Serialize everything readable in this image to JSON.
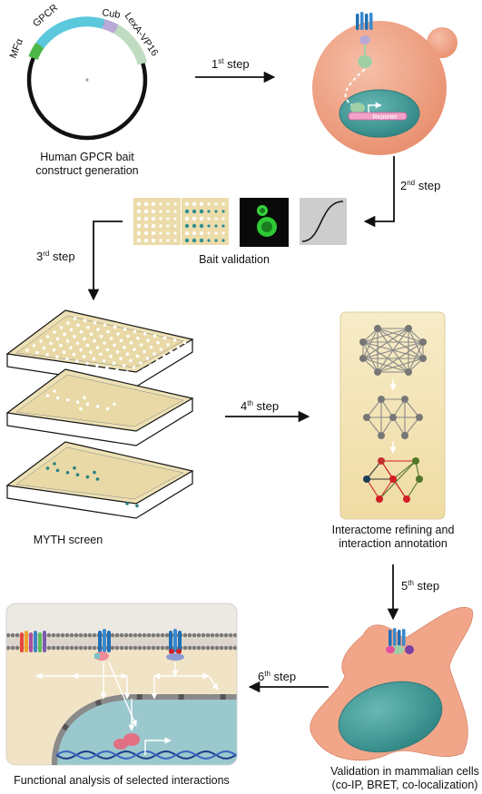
{
  "plasmid": {
    "segments": [
      {
        "label": "MFα",
        "color": "#4db848"
      },
      {
        "label": "GPCR",
        "color": "#5bc8dc"
      },
      {
        "label": "Cub",
        "color": "#b9a9d9"
      },
      {
        "label": "LexA-VP16",
        "color": "#bfdcc1"
      }
    ],
    "caption_line1": "Human GPCR bait",
    "caption_line2": "construct generation"
  },
  "yeast": {
    "reporter_label": "Reporter"
  },
  "steps": [
    {
      "num": "1",
      "sup": "st",
      "word": "step"
    },
    {
      "num": "2",
      "sup": "nd",
      "word": "step"
    },
    {
      "num": "3",
      "sup": "rd",
      "word": "step"
    },
    {
      "num": "4",
      "sup": "th",
      "word": "step"
    },
    {
      "num": "5",
      "sup": "th",
      "word": "step"
    },
    {
      "num": "6",
      "sup": "th",
      "word": "step"
    }
  ],
  "bait_validation": {
    "caption": "Bait validation"
  },
  "myth": {
    "caption": "MYTH screen"
  },
  "interactome": {
    "caption_line1": "Interactome refining and",
    "caption_line2": "interaction annotation"
  },
  "mammalian": {
    "caption_line1": "Validation in mammalian cells",
    "caption_line2": "(co-IP, BRET, co-localization)"
  },
  "functional": {
    "caption": "Functional analysis of selected interactions"
  },
  "colors": {
    "yeast_cell": "#f1a68a",
    "nucleus": "#3f9a99",
    "plate": "#f1e3b3",
    "panel": "#f5e6b8",
    "edge_red": "#d21f25",
    "edge_green": "#51762a"
  }
}
